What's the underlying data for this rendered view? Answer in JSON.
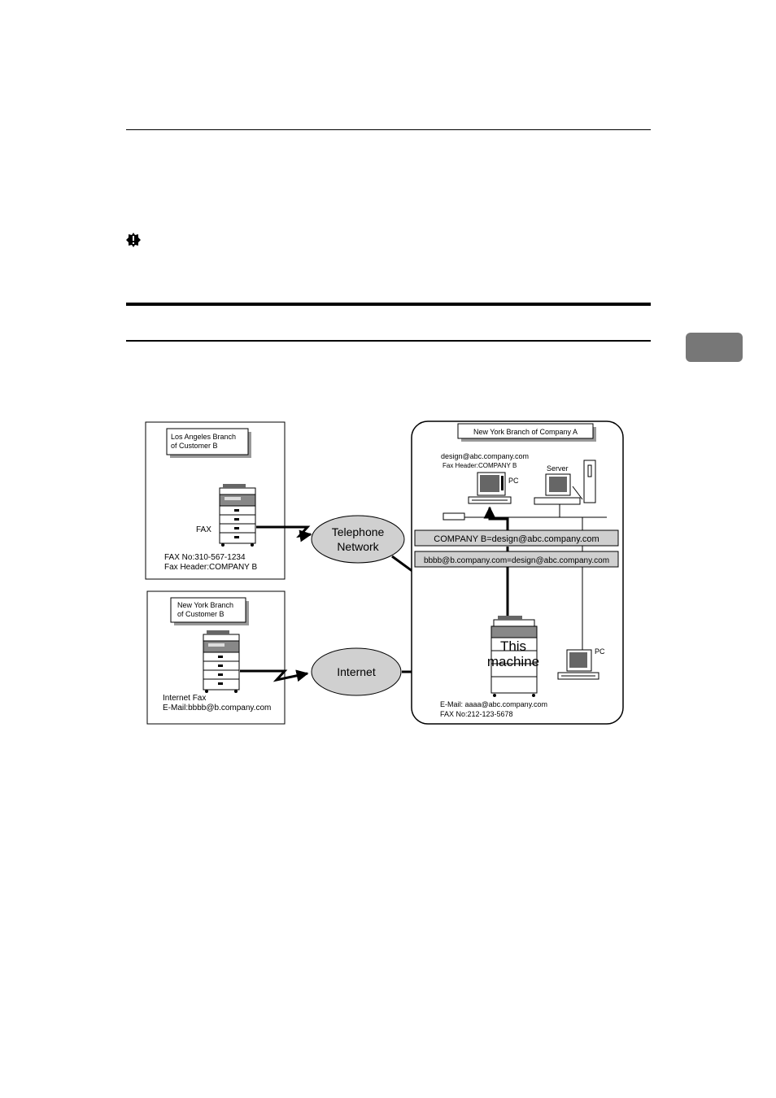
{
  "left_top_box": {
    "label": [
      "Los Angeles Branch",
      "of Customer B"
    ],
    "device_label": "FAX",
    "info": [
      "FAX No:310-567-1234",
      "Fax Header:COMPANY B"
    ]
  },
  "left_bottom_box": {
    "label": [
      "New York Branch",
      "of Customer B"
    ],
    "info": [
      "Internet Fax",
      "E-Mail:bbbb@b.company.com"
    ]
  },
  "networks": {
    "telephone": [
      "Telephone",
      "Network"
    ],
    "internet": "Internet"
  },
  "right_box": {
    "label": "New York Branch of Company A",
    "pc_top_info": [
      "design@abc.company.com",
      "Fax Header:COMPANY B"
    ],
    "pc_top_label": "PC",
    "server_label": "Server",
    "rule_1": "COMPANY B=design@abc.company.com",
    "rule_2": "bbbb@b.company.com=design@abc.company.com",
    "machine_label": [
      "This",
      "machine"
    ],
    "pc_right_label": "PC",
    "machine_info": [
      "E-Mail:  aaaa@abc.company.com",
      "FAX No:212-123-5678"
    ]
  },
  "colors": {
    "bubble_fill": "#d0d0d0",
    "label_bar_fill": "#cfcfcf",
    "shadow": "#999999",
    "tab": "#777777"
  }
}
